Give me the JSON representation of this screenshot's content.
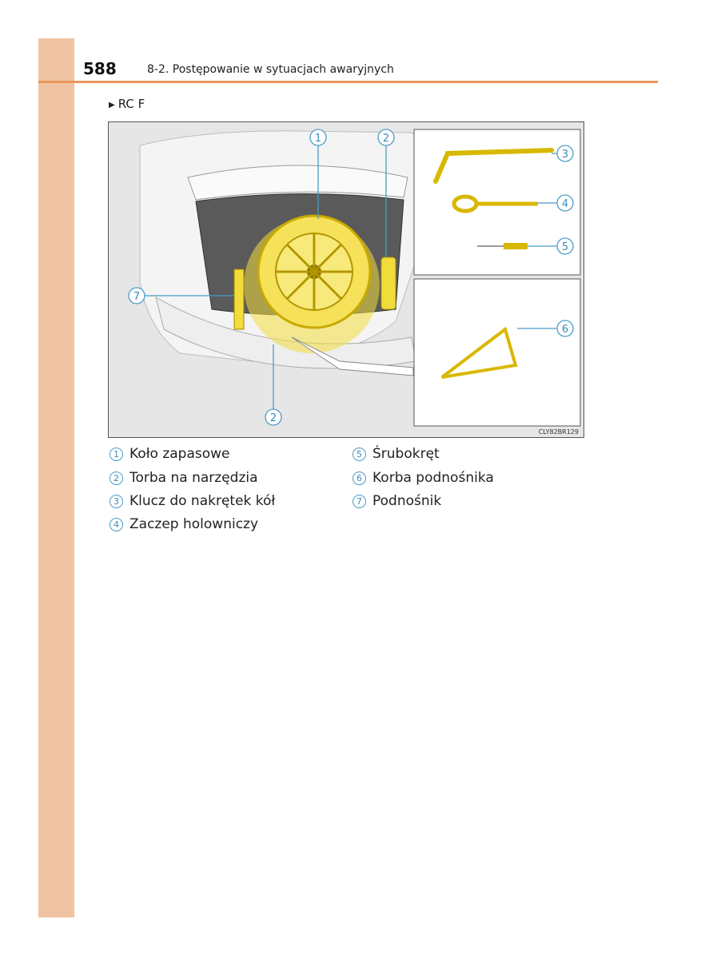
{
  "header": {
    "page_number": "588",
    "section_title": "8-2. Postępowanie w sytuacjach awaryjnych"
  },
  "subhead": {
    "marker": "▶",
    "label": "RC F"
  },
  "figure": {
    "code": "CLY82BR129",
    "callouts": [
      "1",
      "2",
      "3",
      "4",
      "5",
      "6",
      "7",
      "2"
    ]
  },
  "legend": [
    {
      "num": "1",
      "label": "Koło zapasowe"
    },
    {
      "num": "2",
      "label": "Torba na narzędzia"
    },
    {
      "num": "3",
      "label": "Klucz do nakrętek kół"
    },
    {
      "num": "4",
      "label": "Zaczep holowniczy"
    },
    {
      "num": "5",
      "label": "Śrubokręt"
    },
    {
      "num": "6",
      "label": "Korba podnośnika"
    },
    {
      "num": "7",
      "label": "Podnośnik"
    }
  ],
  "colors": {
    "accent": "#e8955a",
    "strip": "#f0c4a2",
    "callout": "#4a9bc7",
    "highlight": "#f2dc3c"
  }
}
